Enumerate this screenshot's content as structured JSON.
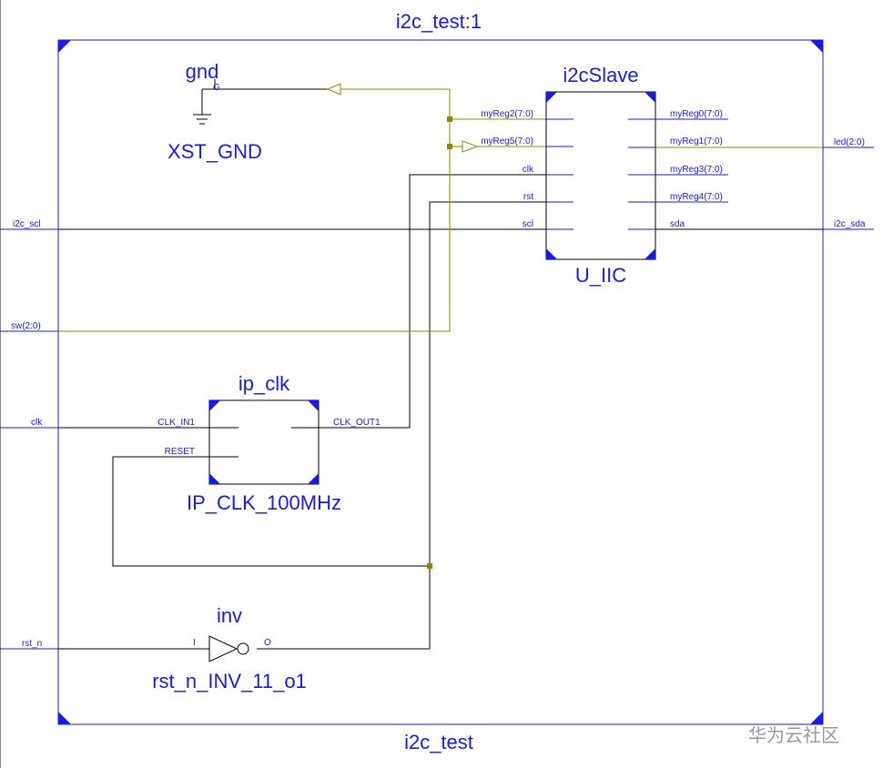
{
  "top_module": {
    "instance_label": "i2c_test:1",
    "module_label": "i2c_test"
  },
  "external_ports": {
    "i2c_scl": "i2c_scl",
    "sw": "sw(2:0)",
    "clk": "clk",
    "rst_n": "rst_n",
    "led": "led(2:0)",
    "i2c_sda": "i2c_sda"
  },
  "gnd_cell": {
    "type": "gnd",
    "pin": "G",
    "instance": "XST_GND"
  },
  "i2c_slave": {
    "type": "i2cSlave",
    "instance": "U_IIC",
    "left_pins": [
      "myReg2(7:0)",
      "myReg5(7:0)",
      "clk",
      "rst",
      "scl"
    ],
    "right_pins": [
      "myReg0(7:0)",
      "myReg1(7:0)",
      "myReg3(7:0)",
      "myReg4(7:0)",
      "sda"
    ]
  },
  "ip_clk": {
    "type": "ip_clk",
    "instance": "IP_CLK_100MHz",
    "left_pins": [
      "CLK_IN1",
      "RESET"
    ],
    "right_pins": [
      "CLK_OUT1"
    ]
  },
  "inverter": {
    "type": "inv",
    "instance": "rst_n_INV_11_o1",
    "in_pin": "I",
    "out_pin": "O"
  },
  "colors": {
    "blue": "#1a1ae6",
    "bus": "#8c8a00",
    "wire": "#000000",
    "junction": "#8c8a00"
  },
  "watermark": "华为云社区"
}
